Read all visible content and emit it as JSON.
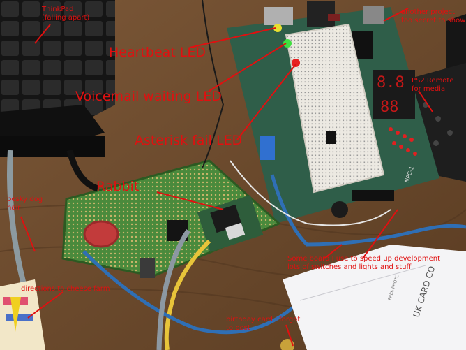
{
  "photo": {
    "colors": {
      "desk": "#6b4a2b",
      "board_blue": "#2f5e49",
      "board_green": "#3d6e2f",
      "keyboard": "#1c1c1c",
      "label": "#e01010"
    },
    "annotations": {
      "thinkfast": "ThinkPad\n(falling apart)",
      "another_project": "another project\ntoo secret to show",
      "heartbeat_led": "Heartbeat LED",
      "voicemail_led": "Voicemail waiting LED",
      "ps2_remote": "PS2 Remote\nfor media",
      "asterisk_fail_led": "Asterisk fail LED",
      "rabbit": "Rabbit",
      "pesky_dog_hair": "pesky dog\nhair",
      "some_board": "Some board I use to speed up development\nlots of switches and lights and stuff",
      "directions": "directions to cheese farm",
      "birthday_card": "birthday card I forgot\nto post"
    },
    "printed_text": {
      "card_brand": "UK CARD CO",
      "board_tag": "NPC-1",
      "card_small": "FREE\nPHOTO"
    }
  }
}
